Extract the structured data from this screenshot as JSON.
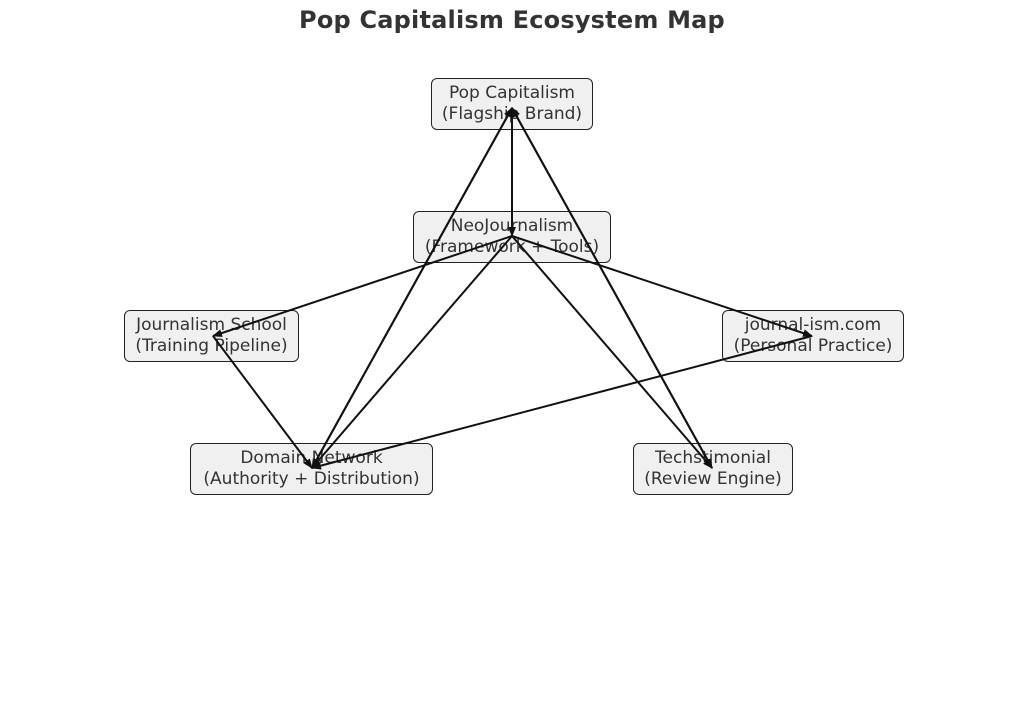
{
  "title": "Pop Capitalism Ecosystem Map",
  "nodes": [
    {
      "id": "pop",
      "line1": "Pop Capitalism",
      "line2": "(Flagship Brand)"
    },
    {
      "id": "neo",
      "line1": "NeoJournalism",
      "line2": "(Framework + Tools)"
    },
    {
      "id": "school",
      "line1": "Journalism School",
      "line2": "(Training Pipeline)"
    },
    {
      "id": "journal",
      "line1": "journal-ism.com",
      "line2": "(Personal Practice)"
    },
    {
      "id": "domain",
      "line1": "Domain Network",
      "line2": "(Authority + Distribution)"
    },
    {
      "id": "tech",
      "line1": "Techstimonial",
      "line2": "(Review Engine)"
    }
  ],
  "edges": [
    {
      "from": "pop",
      "to": "neo"
    },
    {
      "from": "pop",
      "to": "domain"
    },
    {
      "from": "pop",
      "to": "tech"
    },
    {
      "from": "neo",
      "to": "school"
    },
    {
      "from": "neo",
      "to": "journal"
    },
    {
      "from": "neo",
      "to": "domain"
    },
    {
      "from": "neo",
      "to": "tech"
    },
    {
      "from": "school",
      "to": "domain"
    },
    {
      "from": "journal",
      "to": "domain"
    },
    {
      "from": "domain",
      "to": "pop"
    },
    {
      "from": "tech",
      "to": "pop"
    }
  ]
}
